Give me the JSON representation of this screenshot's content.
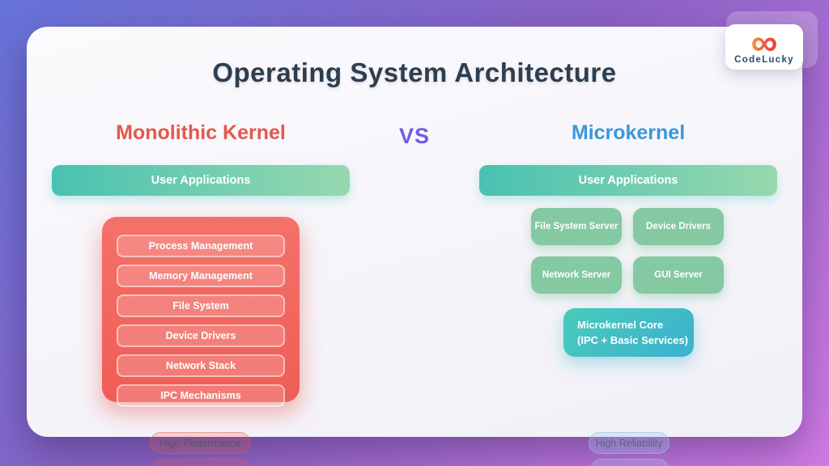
{
  "logo": {
    "brand": "CodeLucky",
    "infinity_glyph": "∞"
  },
  "title": "Operating System Architecture",
  "comparison": {
    "vs_label": "VS",
    "left": {
      "heading": "Monolithic Kernel",
      "user_apps_label": "User Applications",
      "kernel_components": [
        "Process Management",
        "Memory Management",
        "File System",
        "Device Drivers",
        "Network Stack",
        "IPC Mechanisms"
      ],
      "badge": "High Performance"
    },
    "right": {
      "heading": "Microkernel",
      "user_apps_label": "User Applications",
      "servers": [
        "File System Server",
        "Device Drivers",
        "Network Server",
        "GUI Server"
      ],
      "core_title": "Microkernel Core",
      "core_subtitle": "(IPC + Basic Services)",
      "badge": "High Reliability"
    }
  },
  "colors": {
    "background_gradient": [
      "#6673d8",
      "#8b62c4",
      "#d07ae4"
    ],
    "card": "#f7f5fa",
    "title_text": "#2d3e50",
    "monolithic_heading": "#e4584e",
    "vs_text": "#6d5ce6",
    "microkernel_heading": "#3b97da",
    "user_apps_gradient": [
      "#49c2b2",
      "#97d8ae"
    ],
    "monolithic_box": "#f2665f",
    "server_box": "#84c9a2",
    "core_gradient": [
      "#4acabb",
      "#3ab2cf"
    ],
    "logo_gradient": [
      "#f7a23b",
      "#e8403c"
    ],
    "brand_text": "#27496d"
  }
}
